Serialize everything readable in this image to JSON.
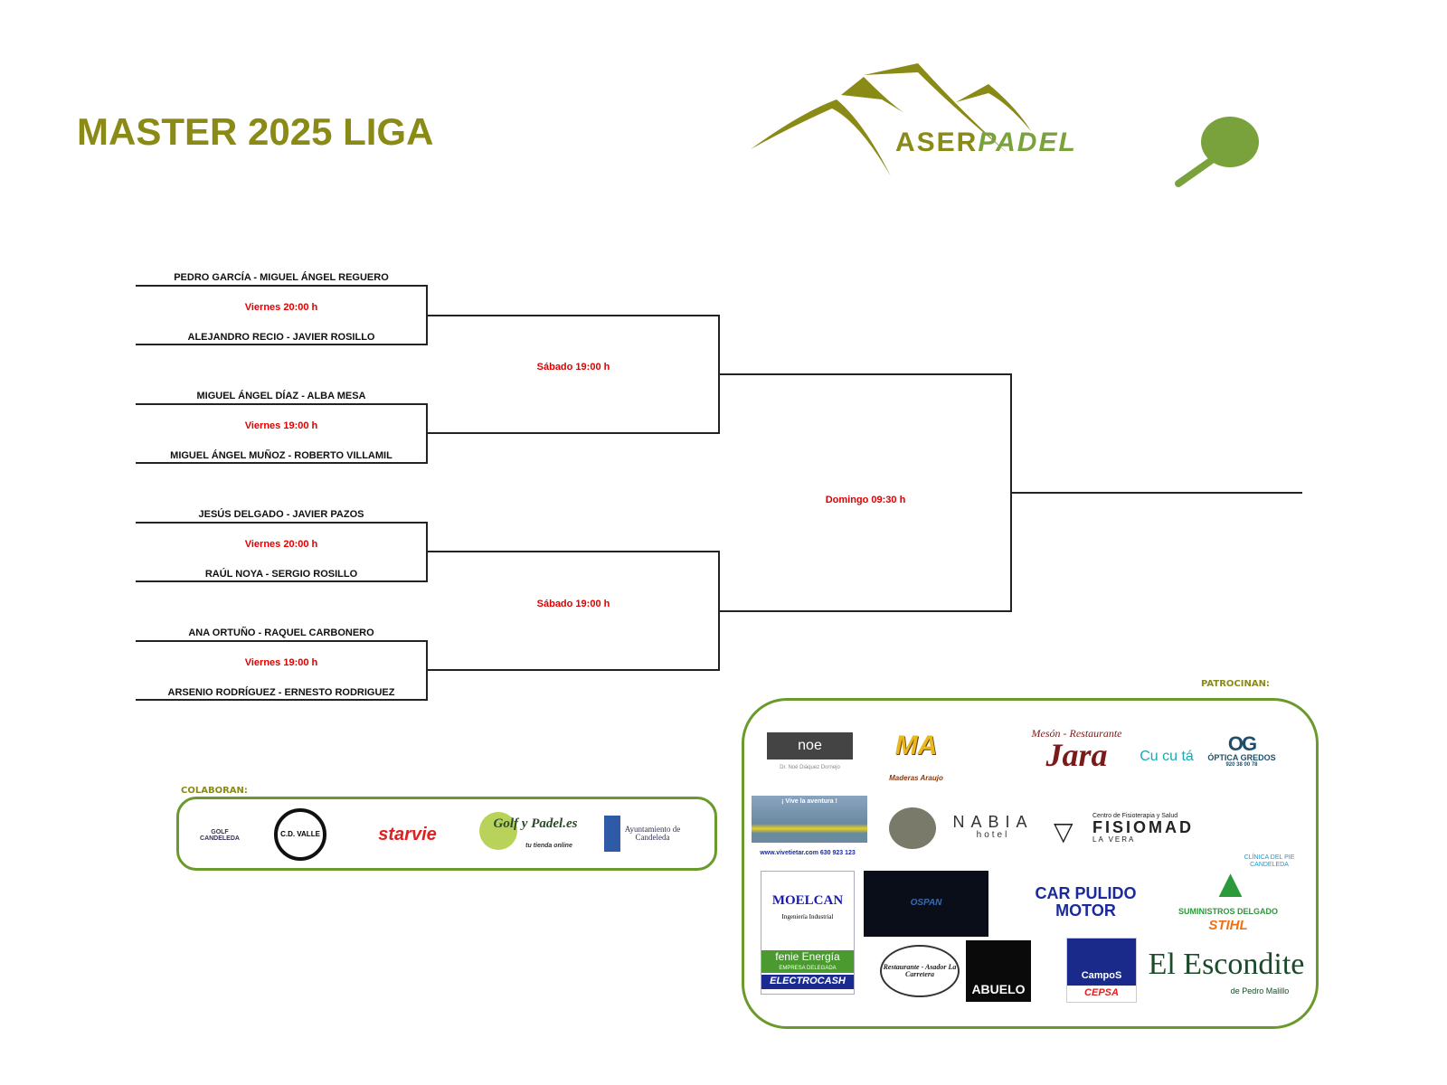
{
  "title": "MASTER 2025 LIGA",
  "brand": {
    "part1": "ASER",
    "part2": "PADEL",
    "color_olive": "#8a8a16",
    "color_green": "#7aa23c"
  },
  "round1": [
    {
      "team_a": "PEDRO GARCÍA - MIGUEL ÁNGEL REGUERO",
      "time": "Viernes 20:00 h",
      "team_b": "ALEJANDRO RECIO - JAVIER ROSILLO"
    },
    {
      "team_a": "MIGUEL ÁNGEL DÍAZ - ALBA MESA",
      "time": "Viernes 19:00 h",
      "team_b": "MIGUEL ÁNGEL MUÑOZ - ROBERTO VILLAMIL"
    },
    {
      "team_a": "JESÚS DELGADO - JAVIER PAZOS",
      "time": "Viernes 20:00 h",
      "team_b": "RAÚL NOYA - SERGIO ROSILLO"
    },
    {
      "team_a": "ANA ORTUÑO - RAQUEL CARBONERO",
      "time": "Viernes 19:00 h",
      "team_b": "ARSENIO RODRÍGUEZ - ERNESTO RODRIGUEZ"
    }
  ],
  "semis": [
    {
      "time": "Sábado 19:00 h"
    },
    {
      "time": "Sábado 19:00 h"
    }
  ],
  "final": {
    "time": "Domingo 09:30 h"
  },
  "colaboran": {
    "label": "COLABORAN:",
    "logos": [
      "GOLF CANDELEDA",
      "C.D. VALLE",
      "starvie",
      "Golf y Padel.es",
      "Ayuntamiento de Candeleda"
    ],
    "sub": "tu tienda online"
  },
  "patrocinan": {
    "label": "PATROCINAN:",
    "logos": {
      "noe": "noe",
      "noe_sub": "Dr. Noé Diáquez Dornejo",
      "ma": "MA",
      "ma_sub": "Maderas Araujo",
      "jara_top": "Mesón - Restaurante",
      "jara": "Jara",
      "cucuta": "Cu cu tá",
      "optica": "ÓPTICA GREDOS",
      "optica_sub": "920 38 00 78",
      "vive": "¡ Vive la aventura !",
      "vive_sub": "www.vivetietar.com 630 923 123",
      "nabia": "NABIA",
      "nabia_sub": "hotel",
      "fisio_top": "Centro de Fisioterapia y Salud",
      "fisio": "FISIOMAD",
      "fisio_sub": "LA VERA",
      "clinica": "CLÍNICA DEL PIE CANDELEDA",
      "moelcan": "MOELCAN",
      "moelcan_sub": "Ingeniería Industrial",
      "fenie": "fenie Energía",
      "fenie_sub": "EMPRESA DELEGADA",
      "electrocash": "ELECTROCASH",
      "ospan": "OSPAN",
      "carpulido": "CAR PULIDO MOTOR",
      "delgado": "SUMINISTROS DELGADO",
      "stihl": "STIHL",
      "carretera": "Restaurante - Asador La Carretera",
      "abuelo": "ABUELO",
      "campos": "CampoS",
      "cepsa": "CEPSA",
      "escondite": "El Escondite",
      "escondite_sub": "de Pedro Malillo"
    }
  }
}
